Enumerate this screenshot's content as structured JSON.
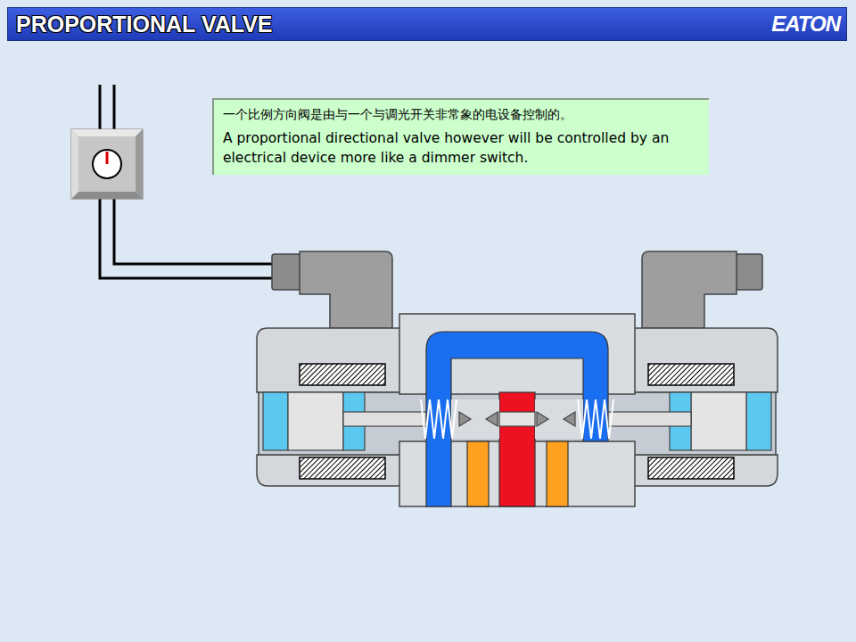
{
  "diagram": {
    "title": "PROPORTIONAL VALVE",
    "nodes": [
      {
        "text": [
          "一个比例方向阀是由与一个与调光开关非常象的电设备控制的。",
          "A proportional directional valve however will be controlled by an electrical device more like a dimmer switch."
        ]
      }
    ],
    "labels": [
      "EATON"
    ]
  }
}
